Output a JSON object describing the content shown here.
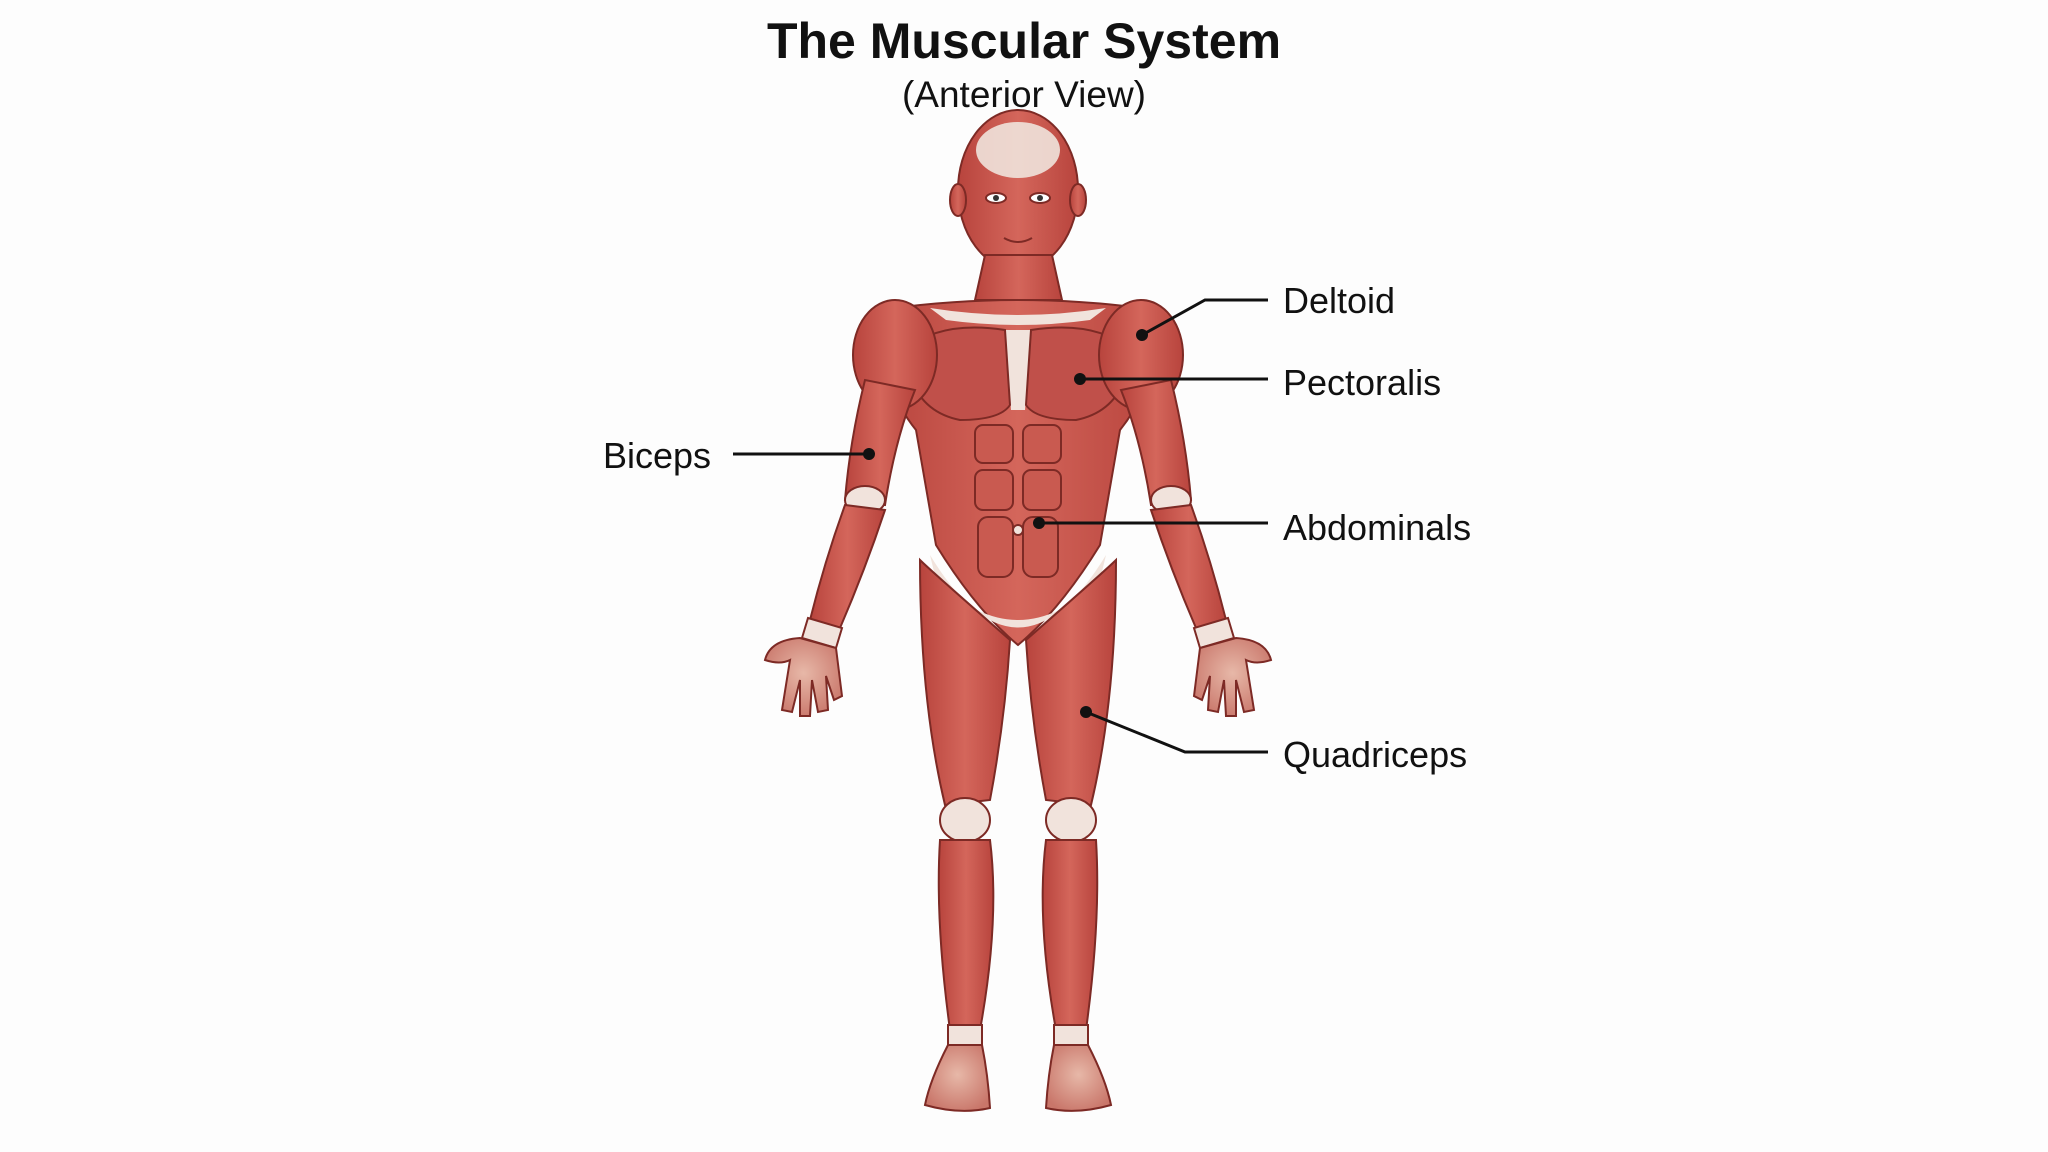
{
  "header": {
    "title": "The Muscular System",
    "subtitle": "(Anterior View)"
  },
  "labels": {
    "deltoid": "Deltoid",
    "pectoralis": "Pectoralis",
    "biceps": "Biceps",
    "abdominals": "Abdominals",
    "quadriceps": "Quadriceps"
  },
  "colors": {
    "muscle": "#c9524a",
    "muscle_dark": "#a83a34",
    "tendon": "#f1e3dc",
    "leader_line": "#111111"
  }
}
